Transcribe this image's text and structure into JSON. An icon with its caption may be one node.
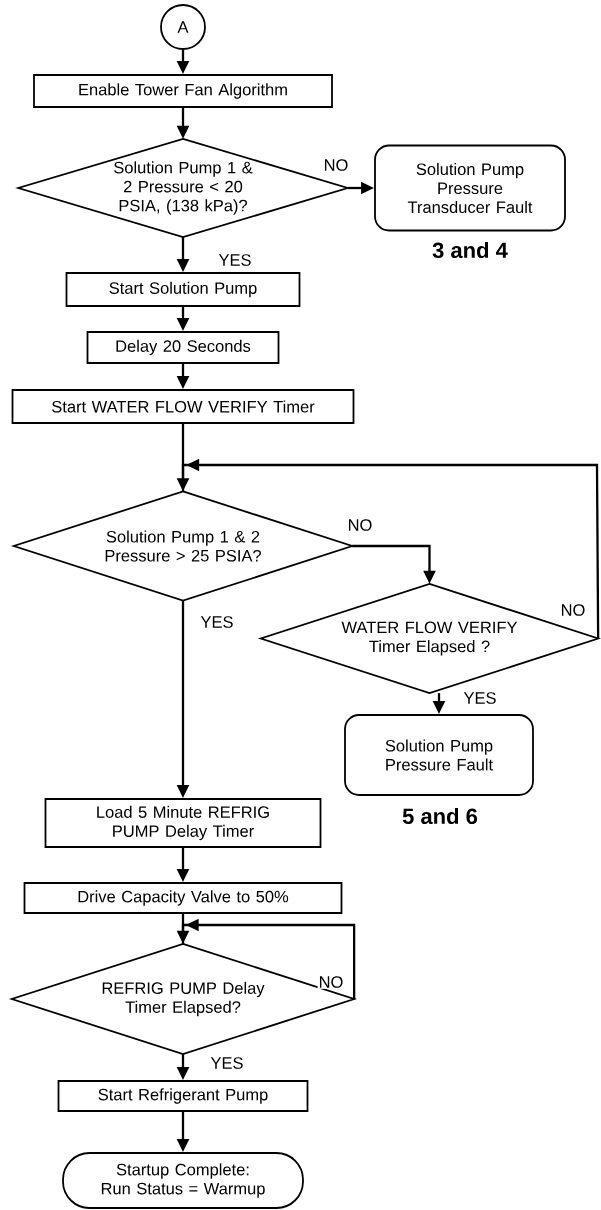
{
  "diagram": {
    "nodes": [
      {
        "text": [
          "A"
        ]
      },
      {
        "text": [
          "Enable Tower Fan Algorithm"
        ]
      },
      {
        "text": [
          "Solution Pump 1 & 2 Pressure < 20 PSIA, (138 kPa)?"
        ]
      },
      {
        "text": [
          "Solution Pump Pressure Transducer Fault"
        ],
        "beside": [
          "3 and 4"
        ]
      },
      {
        "text": [
          "Start Solution Pump"
        ]
      },
      {
        "text": [
          "Delay 20 Seconds"
        ]
      },
      {
        "text": [
          "Start WATER FLOW VERIFY Timer"
        ]
      },
      {
        "text": [
          "Solution Pump 1 & 2 Pressure > 25 PSIA?"
        ]
      },
      {
        "text": [
          "WATER FLOW VERIFY Timer Elapsed ?"
        ]
      },
      {
        "text": [
          "Solution Pump Pressure Fault"
        ],
        "beside": [
          "5 and 6"
        ]
      },
      {
        "text": [
          "Load 5 Minute REFRIG PUMP Delay Timer"
        ]
      },
      {
        "text": [
          "Drive Capacity Valve to 50%"
        ]
      },
      {
        "text": [
          "REFRIG PUMP Delay Timer Elapsed?"
        ]
      },
      {
        "text": [
          "Start Refrigerant Pump"
        ]
      },
      {
        "text": [
          "Startup Complete: Run Status = Warmup"
        ]
      }
    ],
    "edges": [
      {
        "from": 0,
        "to": 1,
        "arrow": "to"
      },
      {
        "from": 1,
        "to": 2,
        "arrow": "to"
      },
      {
        "from": 2,
        "to": 3,
        "arrow": "to",
        "label": "NO"
      },
      {
        "from": 2,
        "to": 4,
        "arrow": "to",
        "label": "YES"
      },
      {
        "from": 4,
        "to": 5,
        "arrow": "to"
      },
      {
        "from": 5,
        "to": 6,
        "arrow": "to"
      },
      {
        "from": 6,
        "to": 7,
        "arrow": "to"
      },
      {
        "from": 7,
        "to": 8,
        "arrow": "to",
        "label": "NO"
      },
      {
        "from": 8,
        "to": 7,
        "arrow": "to",
        "label": "NO"
      },
      {
        "from": 7,
        "to": 10,
        "arrow": "to",
        "label": "YES"
      },
      {
        "from": 8,
        "to": 9,
        "arrow": "to",
        "label": "YES"
      },
      {
        "from": 10,
        "to": 11,
        "arrow": "to"
      },
      {
        "from": 11,
        "to": 12,
        "arrow": "to"
      },
      {
        "from": 12,
        "to": 12,
        "arrow": "to",
        "label": "NO"
      },
      {
        "from": 12,
        "to": 13,
        "arrow": "to",
        "label": "YES"
      },
      {
        "from": 13,
        "to": 14,
        "arrow": "to"
      }
    ]
  }
}
